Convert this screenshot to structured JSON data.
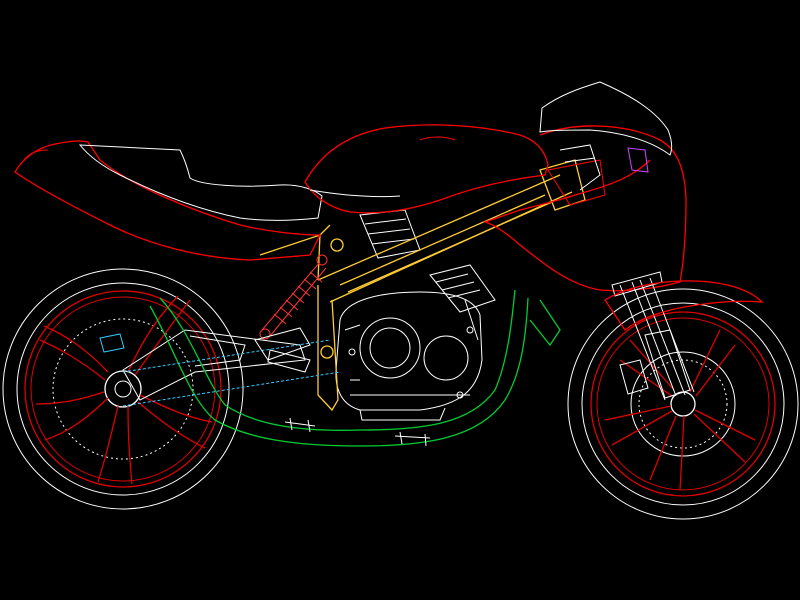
{
  "canvas": {
    "background": "#000000"
  },
  "palette": {
    "body": "#ff0000",
    "wheel_rim": "#e00000",
    "outline": "#ffffff",
    "frame": "#ffcc33",
    "engine": "#ffffff",
    "exhaust": "#00cc33",
    "suspension": "#ff3333",
    "fork": "#ffffff",
    "accent": "#cc44ff",
    "detail": "#33ccff"
  },
  "drawing": {
    "subject": "motorcycle-side-elevation",
    "style": "cad-wireframe",
    "parts": [
      "rear-wheel",
      "front-wheel",
      "tail-and-seat",
      "fuel-tank",
      "fairing",
      "frame",
      "engine",
      "exhaust",
      "rear-shock",
      "swingarm",
      "front-fork",
      "front-fender",
      "brake-discs"
    ]
  }
}
